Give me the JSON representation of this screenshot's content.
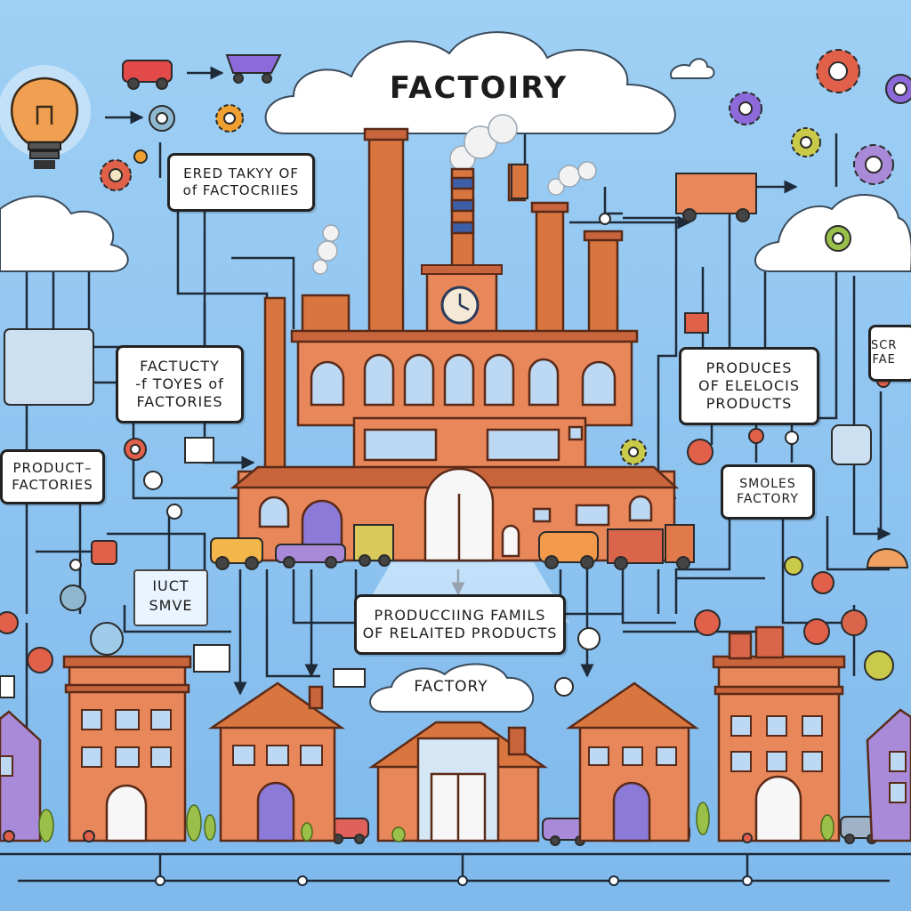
{
  "title": "FACTOIRY",
  "labels": {
    "top_left": "ERED TAKYY OF\nof FACTOCRIIES",
    "left_mid": "FACTUCTY\n-f TOYES of\nFACTORIES",
    "left_lower": "PRODUCT–\nFACTORIES",
    "left_small": "IUCT\nSMVE",
    "right_mid": "PRODUCES\nOF ELELOCIS\nPRODUCTS",
    "right_small": "SMOLES\nFACTORY",
    "right_edge": "SCR\nFAE",
    "bottom_center": "PRODUCCIING FAMILS\nOF RELAITED PRODUCTS",
    "bottom_cloud": "FACTORY"
  },
  "colors": {
    "sky": "#8ec6f0",
    "brick": "#e8875a",
    "brick_dark": "#c9653c",
    "purple": "#a98ad8",
    "line": "#1e2a38",
    "cloud": "#ffffff"
  }
}
